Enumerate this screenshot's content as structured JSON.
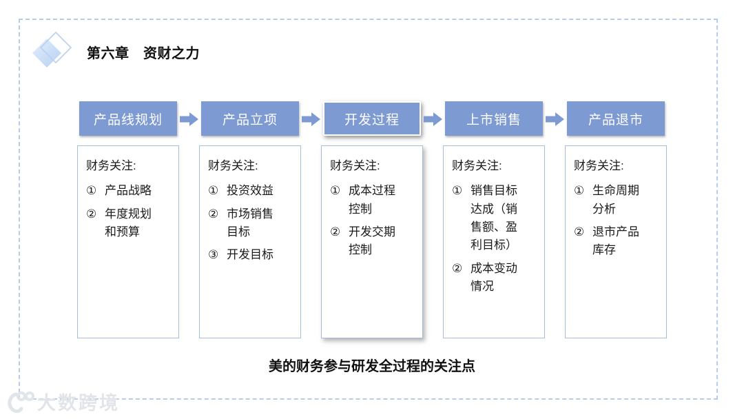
{
  "slide": {
    "title": "第六章　资财之力",
    "caption": "美的财务参与研发全过程的关注点",
    "watermark": "大数跨境"
  },
  "colors": {
    "header_blue": "#7d9ad3",
    "arrow_blue": "#7d9ad3",
    "box_border": "#a5bddd",
    "dashed_border": "#b7cce8",
    "text": "#1a1a1a",
    "watermark_gray": "#e1e5e9"
  },
  "icons": {
    "diamond": "diamond-decoration-icon",
    "arrow": "flow-arrow-right-icon"
  },
  "stages": [
    {
      "header": "产品线规划",
      "highlighted": false,
      "focus_label": "财务关注:",
      "items": [
        {
          "num": "①",
          "lines": [
            "产品战略"
          ]
        },
        {
          "num": "②",
          "lines": [
            "年度规划",
            "和预算"
          ]
        }
      ]
    },
    {
      "header": "产品立项",
      "highlighted": false,
      "focus_label": "财务关注:",
      "items": [
        {
          "num": "①",
          "lines": [
            "投资效益"
          ]
        },
        {
          "num": "②",
          "lines": [
            "市场销售",
            "目标"
          ]
        },
        {
          "num": "③",
          "lines": [
            "开发目标"
          ]
        }
      ]
    },
    {
      "header": "开发过程",
      "highlighted": true,
      "focus_label": "财务关注:",
      "items": [
        {
          "num": "①",
          "lines": [
            "成本过程",
            "控制"
          ]
        },
        {
          "num": "②",
          "lines": [
            "开发交期",
            "控制"
          ]
        }
      ]
    },
    {
      "header": "上市销售",
      "highlighted": false,
      "focus_label": "财务关注:",
      "items": [
        {
          "num": "①",
          "lines": [
            "销售目标",
            "达成（销",
            "售额、盈",
            "利目标）"
          ]
        },
        {
          "num": "②",
          "lines": [
            "成本变动",
            "情况"
          ]
        }
      ]
    },
    {
      "header": "产品退市",
      "highlighted": false,
      "focus_label": "财务关注:",
      "items": [
        {
          "num": "①",
          "lines": [
            "生命周期",
            "分析"
          ]
        },
        {
          "num": "②",
          "lines": [
            "退市产品",
            "库存"
          ]
        }
      ]
    }
  ]
}
